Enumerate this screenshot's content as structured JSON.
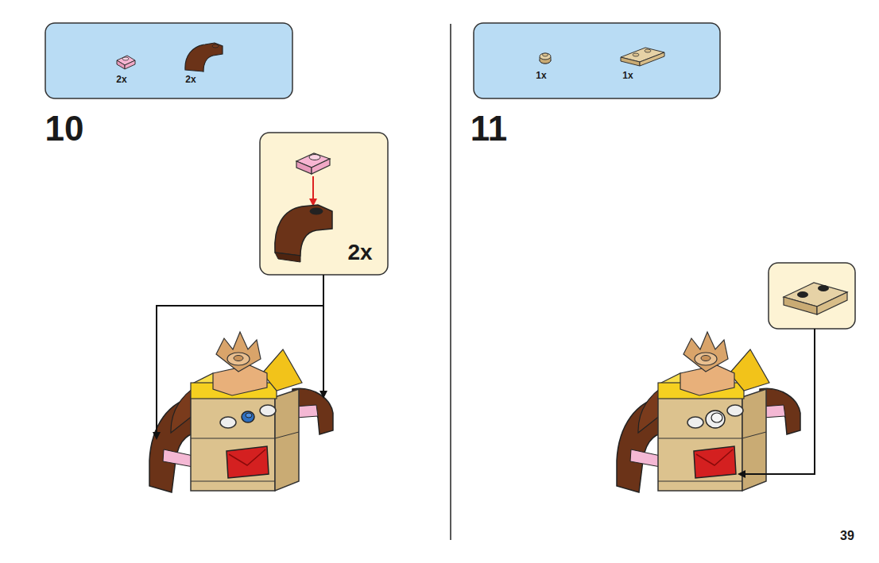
{
  "diagram": {
    "nodes": [
      {
        "text": [
          "2x",
          "2x"
        ]
      },
      {
        "text": [
          "2x"
        ]
      },
      {
        "text": [
          "1x",
          "1x"
        ]
      }
    ],
    "labels": [
      "10",
      "11",
      "39"
    ]
  }
}
